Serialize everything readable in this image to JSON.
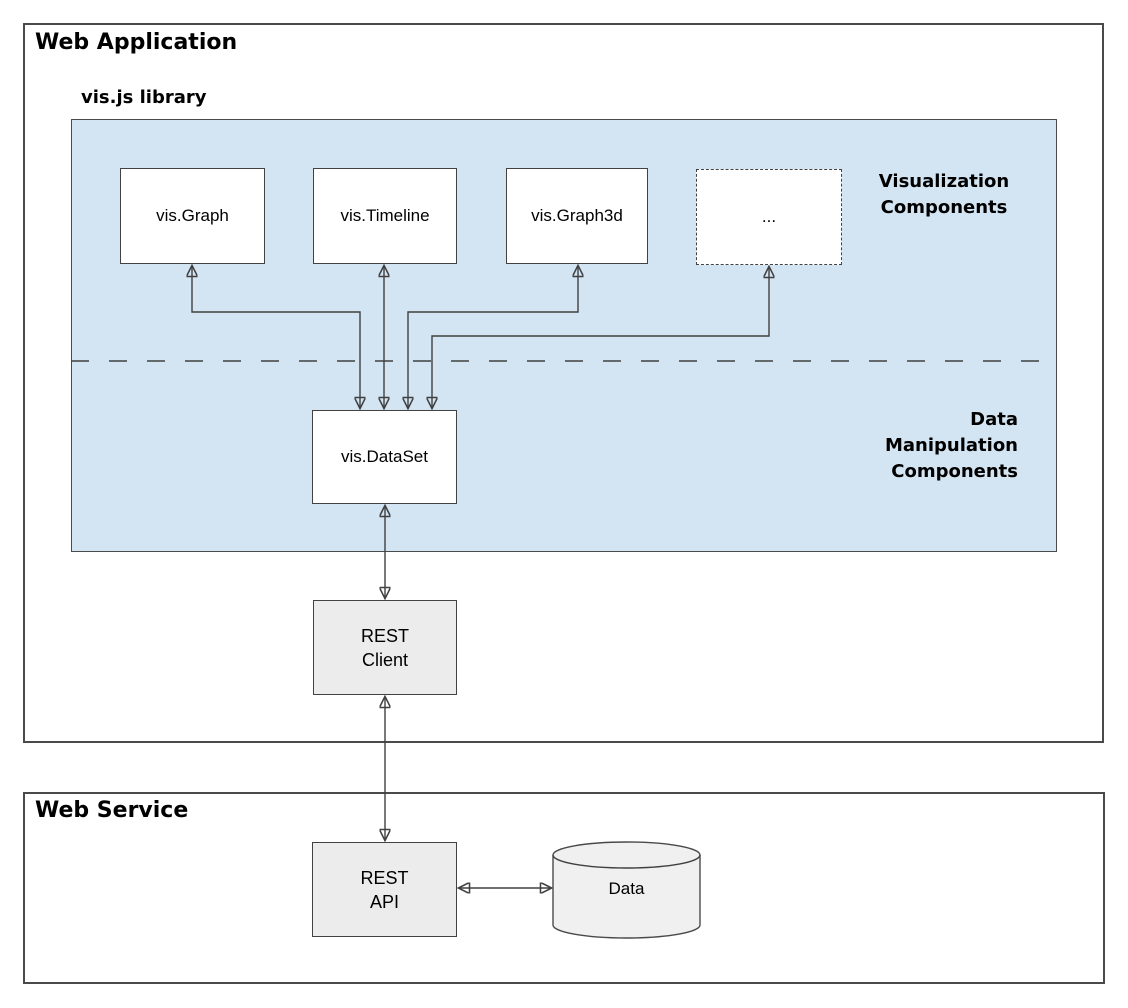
{
  "colors": {
    "panel_blue": "#d3e4f2",
    "node_gray": "#ececec",
    "cylinder_gray": "#f0f0f0",
    "line_dark_gray": "#404040",
    "text": "#000000"
  },
  "web_application": {
    "title": "Web Application",
    "library_label": "vis.js library"
  },
  "viz_boxes": [
    {
      "label": "vis.Graph"
    },
    {
      "label": "vis.Timeline"
    },
    {
      "label": "vis.Graph3d"
    },
    {
      "label": "..."
    }
  ],
  "viz_group_label": {
    "lines": [
      "Visualization",
      "Components"
    ]
  },
  "data_group_label": {
    "lines": [
      "Data",
      "Manipulation",
      "Components"
    ]
  },
  "dataset": {
    "label": "vis.DataSet"
  },
  "rest_client": {
    "lines": [
      "REST",
      "Client"
    ]
  },
  "web_service": {
    "title": "Web Service"
  },
  "rest_api": {
    "lines": [
      "REST",
      "API"
    ]
  },
  "data_store": {
    "label": "Data"
  }
}
